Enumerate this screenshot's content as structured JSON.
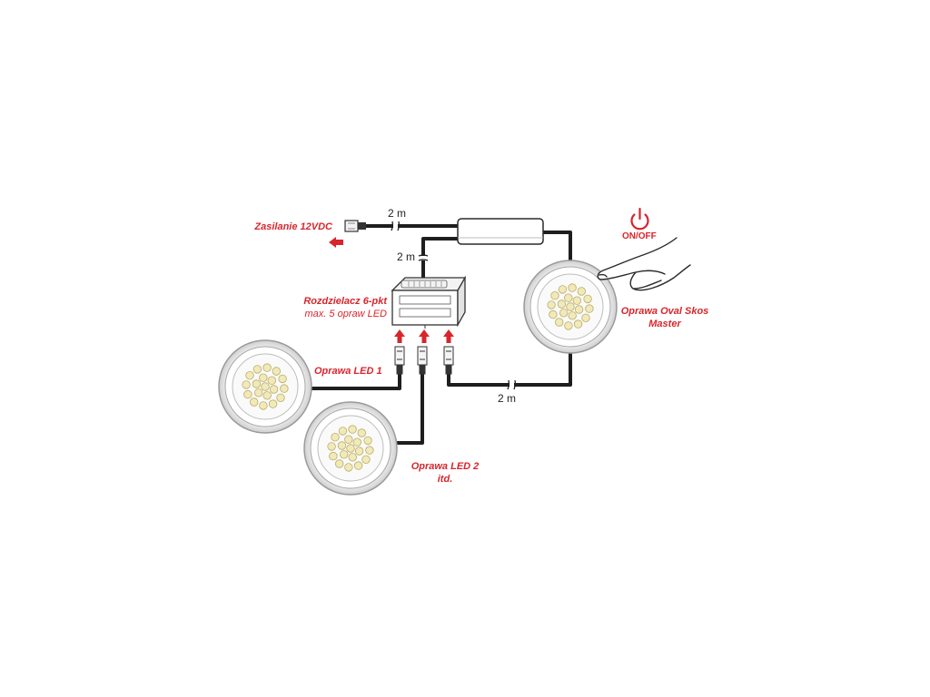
{
  "labels": {
    "power_supply": "Zasilanie 12VDC",
    "splitter_title": "Rozdzielacz 6-pkt",
    "splitter_subtitle": "max. 5 opraw LED",
    "lamp_master_line1": "Oprawa Oval Skos",
    "lamp_master_line2": "Master",
    "lamp1": "Oprawa LED 1",
    "lamp2_line1": "Oprawa LED 2",
    "lamp2_line2": "itd.",
    "onoff": "ON/OFF"
  },
  "cable_lengths": {
    "top": "2 m",
    "to_splitter": "2 m",
    "bottom": "2 m"
  },
  "colors": {
    "label_red": "#d7262c",
    "cable": "#1e1e1e",
    "led": "#f1e9b8"
  },
  "icons": [
    "power-icon",
    "hand-icon",
    "arrow-left-icon",
    "arrow-up-icon",
    "connector-icon",
    "led-lamp-icon"
  ]
}
